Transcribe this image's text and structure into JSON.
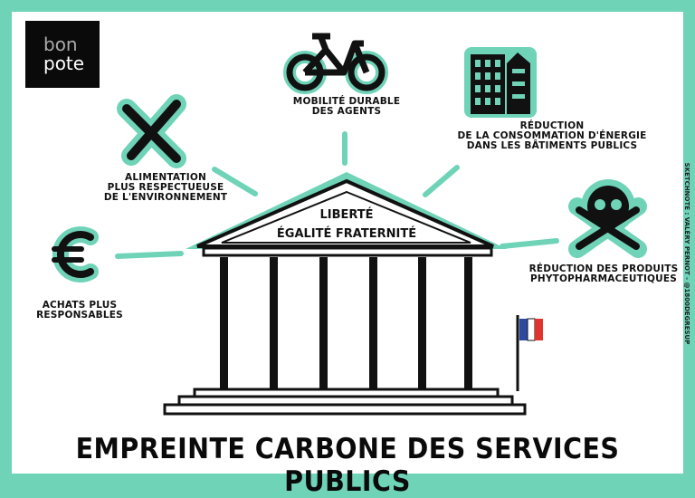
{
  "logo": {
    "line1": "bon",
    "line2": "pote"
  },
  "title": "EMPREINTE CARBONE DES SERVICES PUBLICS",
  "temple": {
    "line1": "LIBERTÉ",
    "line2": "ÉGALITÉ FRATERNITÉ"
  },
  "credit": "SKETCHNOTE : VALÉRY PERNOT - @1800DEGRESUP",
  "items": [
    {
      "icon": "bicycle-icon",
      "lines": [
        "MOBILITÉ DURABLE",
        "DES AGENTS"
      ]
    },
    {
      "icon": "building-icon",
      "lines": [
        "RÉDUCTION",
        "DE LA CONSOMMATION D'ÉNERGIE",
        "DANS LES BÂTIMENTS PUBLICS"
      ]
    },
    {
      "icon": "fork-knife-icon",
      "lines": [
        "ALIMENTATION",
        "PLUS RESPECTUEUSE",
        "DE L'ENVIRONNEMENT"
      ]
    },
    {
      "icon": "euro-icon",
      "lines": [
        "ACHATS PLUS",
        "RESPONSABLES"
      ]
    },
    {
      "icon": "skull-crossbones-icon",
      "lines": [
        "RÉDUCTION DES PRODUITS",
        "PHYTOPHARMACEUTIQUES"
      ]
    }
  ],
  "colors": {
    "accent": "#6fd3b8",
    "ink": "#111111",
    "flag_blue": "#2b4aa0",
    "flag_red": "#e0342c"
  }
}
